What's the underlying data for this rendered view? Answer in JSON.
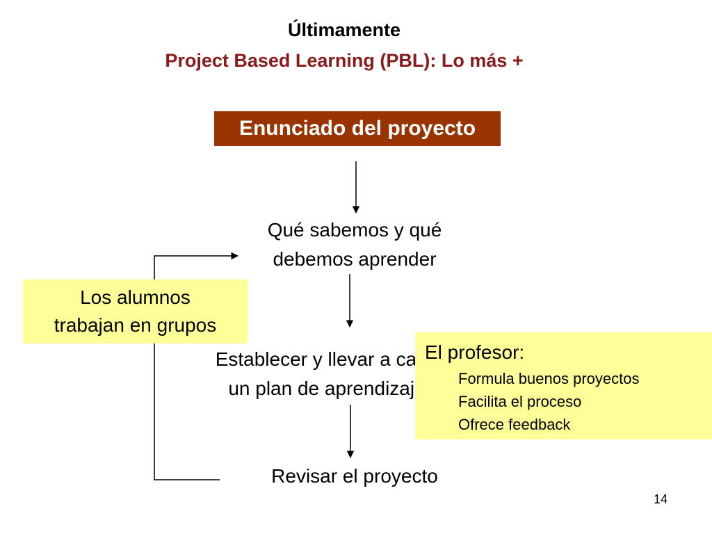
{
  "title": {
    "main": "Últimamente",
    "sub": "Project Based Learning (PBL): Lo más +"
  },
  "nodes": {
    "enunciado": "Enunciado del proyecto",
    "step1_line1": "Qué sabemos y qué",
    "step1_line2": "debemos aprender",
    "step2_line1": "Establecer y llevar a cabo",
    "step2_line2": "un plan de aprendizaje",
    "step3": "Revisar el proyecto"
  },
  "notes": {
    "alumnos_line1": "Los alumnos",
    "alumnos_line2": "trabajan en grupos",
    "profesor_heading": "El profesor:",
    "profesor_items": [
      "Formula buenos proyectos",
      "Facilita el proceso",
      "Ofrece feedback"
    ]
  },
  "page_number": "14",
  "colors": {
    "title_sub": "#8b1a1a",
    "enunciado_bg": "#993300",
    "note_bg": "#ffff99"
  }
}
